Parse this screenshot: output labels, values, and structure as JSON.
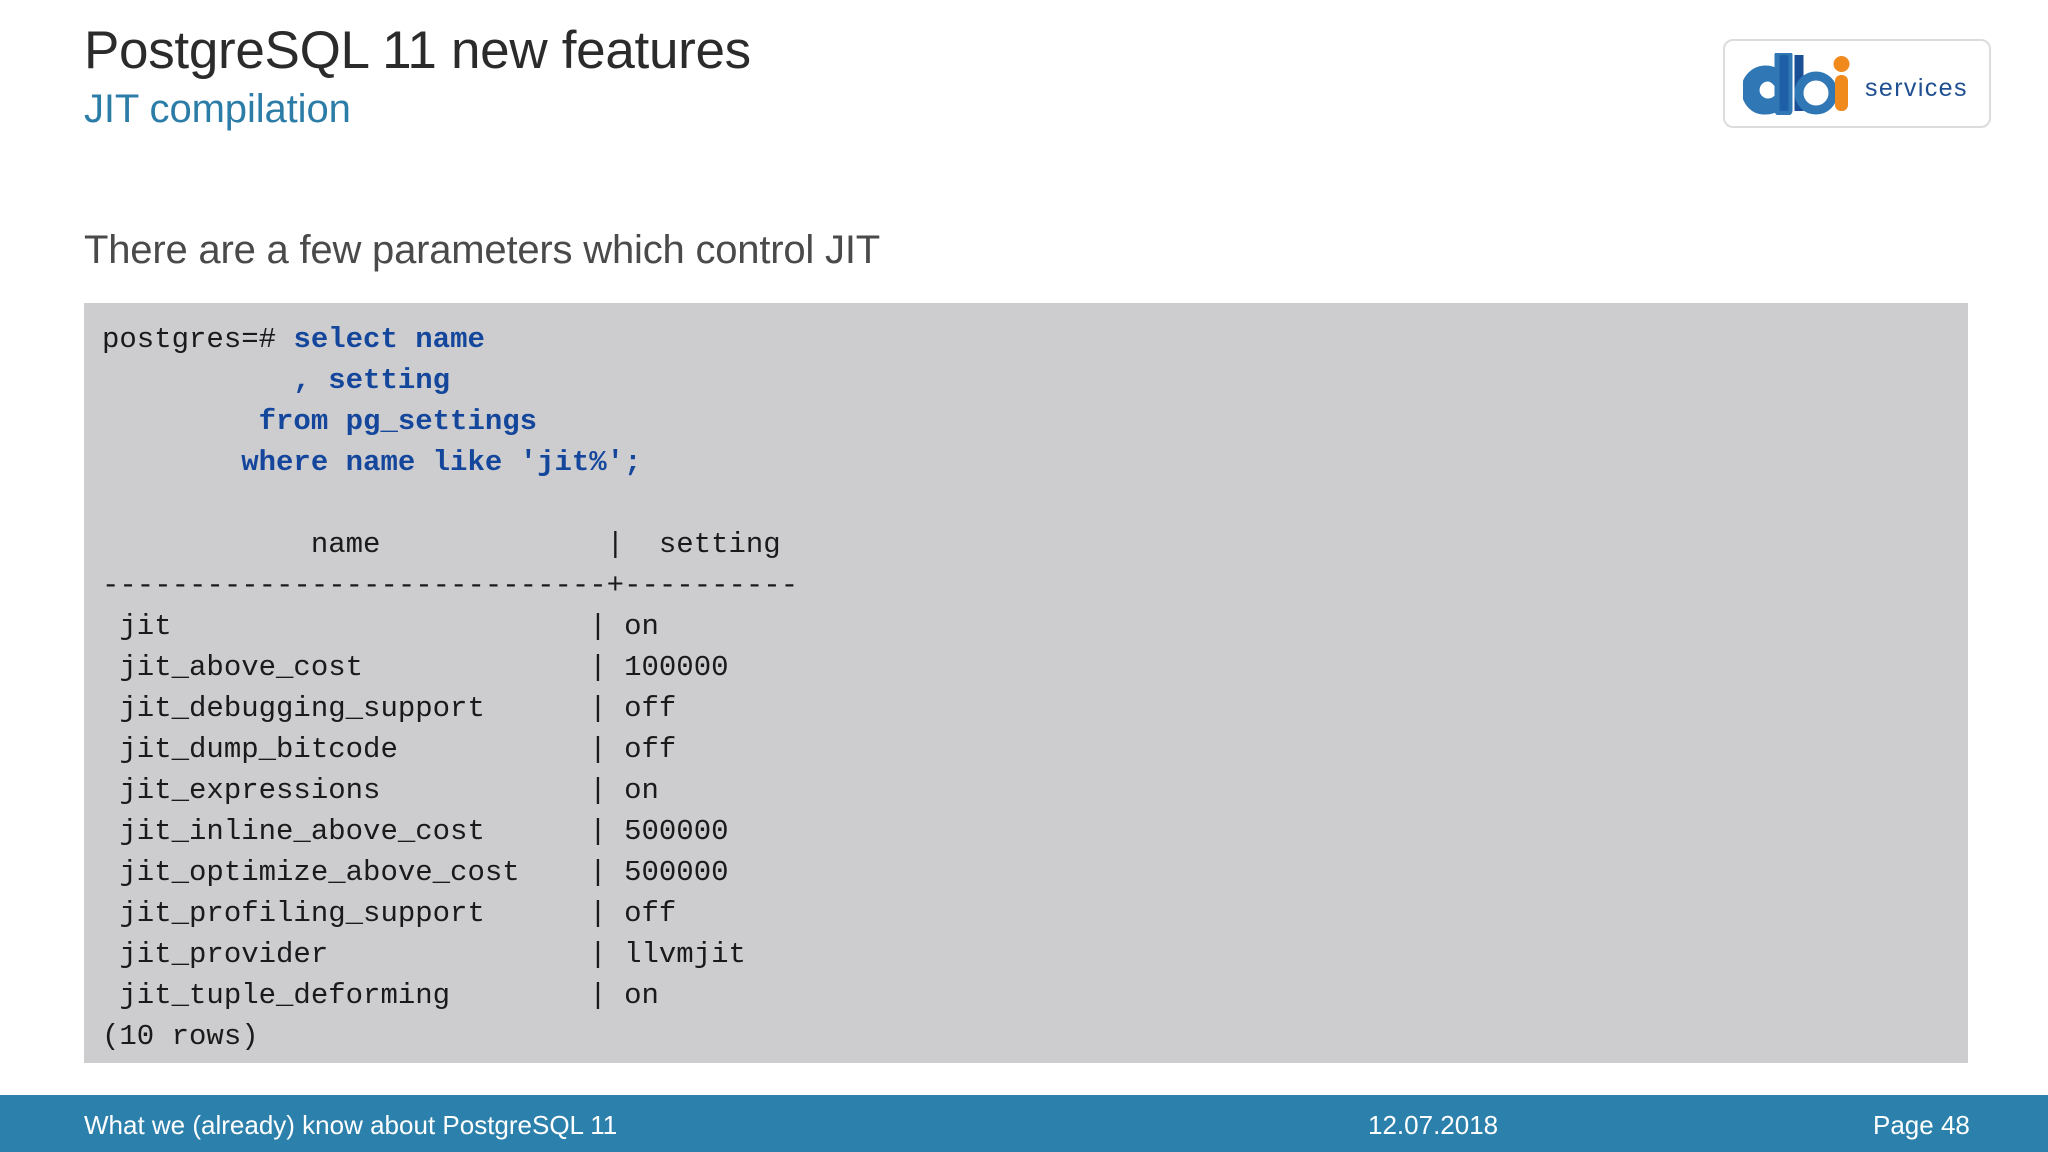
{
  "header": {
    "title": "PostgreSQL 11 new features",
    "subtitle": "JIT compilation",
    "logo": {
      "wordmark": "services",
      "letters": "dbi",
      "blue": "#1f5fa8",
      "navy": "#1f4f91",
      "orange": "#f08a1c"
    }
  },
  "main": {
    "heading": "There are a few parameters which control JIT",
    "code": {
      "background": "#cdcdd0",
      "keyword_color": "#14479c",
      "prompt": "postgres=# ",
      "query_lines": [
        "select name",
        "           , setting",
        "         from pg_settings",
        "        where name like 'jit%';"
      ],
      "result_header": "            name             |  setting",
      "result_separator": "-----------------------------+----------",
      "result_footer": "(10 rows)",
      "columns": [
        "name",
        "setting"
      ],
      "rows": [
        {
          "name": "jit",
          "setting": "on"
        },
        {
          "name": "jit_above_cost",
          "setting": "100000"
        },
        {
          "name": "jit_debugging_support",
          "setting": "off"
        },
        {
          "name": "jit_dump_bitcode",
          "setting": "off"
        },
        {
          "name": "jit_expressions",
          "setting": "on"
        },
        {
          "name": "jit_inline_above_cost",
          "setting": "500000"
        },
        {
          "name": "jit_optimize_above_cost",
          "setting": "500000"
        },
        {
          "name": "jit_profiling_support",
          "setting": "off"
        },
        {
          "name": "jit_provider",
          "setting": "llvmjit"
        },
        {
          "name": "jit_tuple_deforming",
          "setting": "on"
        }
      ],
      "rendered_lines": [
        " jit                        | on",
        " jit_above_cost             | 100000",
        " jit_debugging_support      | off",
        " jit_dump_bitcode           | off",
        " jit_expressions            | on",
        " jit_inline_above_cost      | 500000",
        " jit_optimize_above_cost    | 500000",
        " jit_profiling_support      | off",
        " jit_provider               | llvmjit",
        " jit_tuple_deforming        | on"
      ]
    }
  },
  "footer": {
    "left": "What we (already) know about PostgreSQL 11",
    "center": "12.07.2018",
    "right": "Page 48",
    "background": "#2c80ac"
  }
}
